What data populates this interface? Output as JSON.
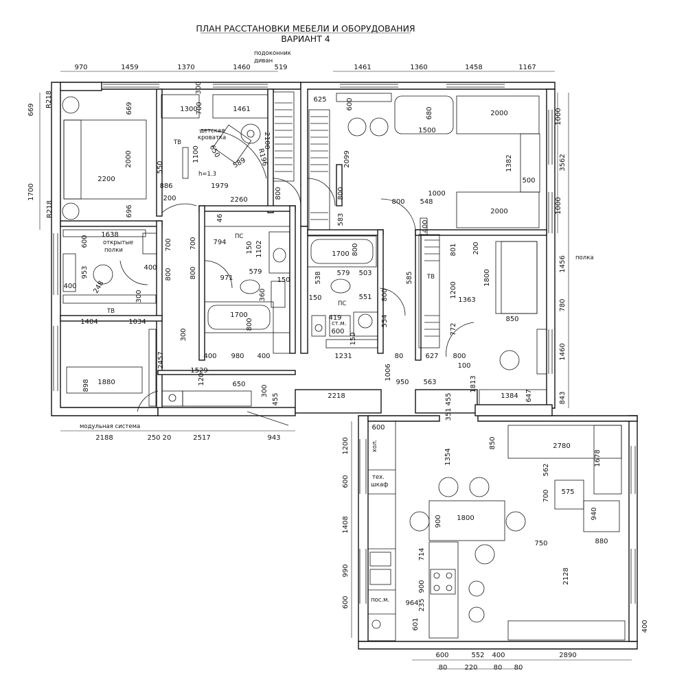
{
  "title": {
    "line1": "ПЛАН РАССТАНОВКИ МЕБЕЛИ И ОБОРУДОВАНИЯ",
    "line2": "ВАРИАНТ 4"
  },
  "labels": {
    "sill": "подоконник",
    "sofa": "диван",
    "crib": "детская",
    "crib2": "кроватка",
    "tv1": "ТВ",
    "tv2": "ТВ",
    "tv3": "ТВ",
    "h": "h=1.3",
    "shelves1": "открытые",
    "shelves2": "полки",
    "ps1": "ПС",
    "ps2": "ПС",
    "sm": "ст.м.",
    "shelf": "полка",
    "modular": "модульная система",
    "fridge": "хол.",
    "tech1": "тех.",
    "tech2": "шкаф",
    "dish": "пос.м."
  },
  "dims_top": [
    "970",
    "1459",
    "1370",
    "1460",
    "519",
    "1461",
    "1360",
    "1458",
    "1167"
  ],
  "dims_bottom_left": [
    "2188",
    "250",
    "20",
    "2517",
    "943"
  ],
  "dims_bottom_right": [
    "600",
    "552",
    "400",
    "2890",
    "80",
    "220",
    "80",
    "80"
  ],
  "dims_left": [
    "669",
    "1700"
  ],
  "dims_right": [
    "1000",
    "3562",
    "1000",
    "1456",
    "780",
    "1460",
    "843",
    "400"
  ],
  "dims_kitchen_left": [
    "1200",
    "600",
    "1408",
    "990",
    "600"
  ],
  "dims_inner": {
    "a669": "669",
    "r218a": "R218",
    "r218b": "R218",
    "a2200": "2200",
    "a2000": "2000",
    "a696": "696",
    "a1300": "1300",
    "a700": "700",
    "a300": "300",
    "a1461": "1461",
    "a2100": "2100",
    "a650": "650",
    "a589": "589",
    "r196": "R196",
    "a1100": "1100",
    "a550": "550",
    "a886": "886",
    "a1979": "1979",
    "a200": "200",
    "a2260": "2260",
    "a800": "800",
    "a1638": "1638",
    "a600": "600",
    "a700b": "700",
    "a953": "953",
    "a248": "248",
    "a400": "400",
    "a400b": "400",
    "a800b": "800",
    "a300b": "300",
    "a1404": "1404",
    "a1034": "1034",
    "a2457": "2457",
    "a1880": "1880",
    "a898": "898",
    "a1529": "1529",
    "a120": "120",
    "a650b": "650",
    "a300c": "300",
    "a455": "455",
    "a2218": "2218",
    "a455b": "455",
    "a351": "351",
    "a794": "794",
    "a150": "150",
    "a1102": "1102",
    "a971": "971",
    "a579": "579",
    "a150b": "150",
    "a360": "360",
    "a1700": "1700",
    "a800c": "800",
    "a800d": "800",
    "a300d": "300",
    "a400c": "400",
    "a980": "980",
    "a400d": "400",
    "a46": "46",
    "a1700b": "1700",
    "a800e": "800",
    "a538": "538",
    "a579b": "579",
    "a503": "503",
    "a150c": "150",
    "a551": "551",
    "a800f": "800",
    "a419": "419",
    "a600b": "600",
    "a554": "554",
    "a150d": "150",
    "a1231": "1231",
    "a80": "80",
    "a585": "585",
    "a1006": "1006",
    "a950": "950",
    "a563": "563",
    "a625": "625",
    "a600c": "600",
    "a2099": "2099",
    "a800g": "800",
    "a583": "583",
    "a680": "680",
    "a1500": "1500",
    "a2000b": "2000",
    "a1382": "1382",
    "a500": "500",
    "a1000": "1000",
    "a548": "548",
    "a800h": "800",
    "a400e": "400",
    "a2000c": "2000",
    "a801": "801",
    "a200b": "200",
    "a1800": "1800",
    "a1200": "1200",
    "a1363": "1363",
    "a850": "850",
    "a772": "772",
    "a627": "627",
    "a800i": "800",
    "a100": "100",
    "a1813": "1813",
    "a1384": "1384",
    "a647": "647",
    "a600d": "600",
    "a1354": "1354",
    "a850b": "850",
    "a2780": "2780",
    "a1678": "1678",
    "a562": "562",
    "a700c": "700",
    "a575": "575",
    "a940": "940",
    "a880": "880",
    "a750": "750",
    "a1800b": "1800",
    "a900": "900",
    "a714": "714",
    "a900b": "900",
    "a2128": "2128",
    "a964": "964",
    "a235": "235",
    "a601": "601"
  }
}
